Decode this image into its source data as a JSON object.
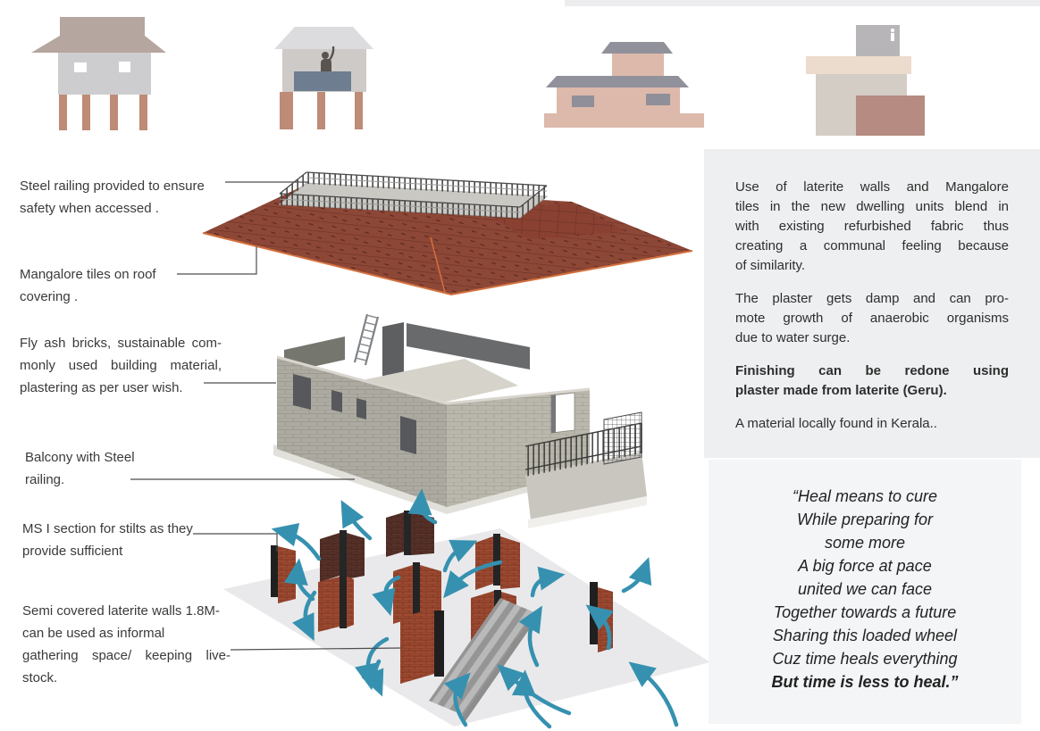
{
  "annotations": {
    "steel_railing": {
      "lines": [
        "Steel railing provided to ensure",
        "safety when accessed ."
      ]
    },
    "mangalore_tiles": {
      "lines": [
        "Mangalore tiles  on roof",
        "covering ."
      ]
    },
    "fly_ash": {
      "lines": [
        "Fly ash bricks, sustainable com-",
        "monly used building material,",
        "plastering as per user wish."
      ]
    },
    "balcony": {
      "lines": [
        "Balcony with Steel",
        "railing."
      ]
    },
    "ms_i_section": {
      "lines": [
        "MS I section for stilts as they",
        "provide sufficient"
      ]
    },
    "laterite_walls": {
      "lines": [
        "Semi covered laterite walls 1.8M-",
        "can be used as informal",
        "gathering space/ keeping live-",
        "stock."
      ]
    }
  },
  "right_panel": {
    "p1_lines": [
      "Use of laterite walls and Mangalore",
      "tiles in the new dwelling units blend in",
      "with existing refurbished fabric thus",
      "creating a communal feeling because",
      "of similarity."
    ],
    "p2_lines": [
      "The plaster gets damp and can pro-",
      "mote growth of anaerobic organisms",
      "due to water surge."
    ],
    "p3_lines": [
      "Finishing can be redone using",
      "plaster made from laterite (Geru)."
    ],
    "p4_lines": [
      "A material locally found in Kerala.."
    ]
  },
  "poem": {
    "lines": [
      "“Heal means to cure",
      "While preparing for",
      "some more",
      "A big force at pace",
      "united we can face",
      "Together towards a future",
      "Sharing this loaded wheel",
      "Cuz time heals everything",
      "But time is less to heal.”"
    ]
  },
  "colors": {
    "arrow": "#3691b0",
    "roof_tile": "#8d4737",
    "brick": "#9d4a31",
    "panel_bg": "#edeff0",
    "quote_bg": "#f4f5f7"
  }
}
